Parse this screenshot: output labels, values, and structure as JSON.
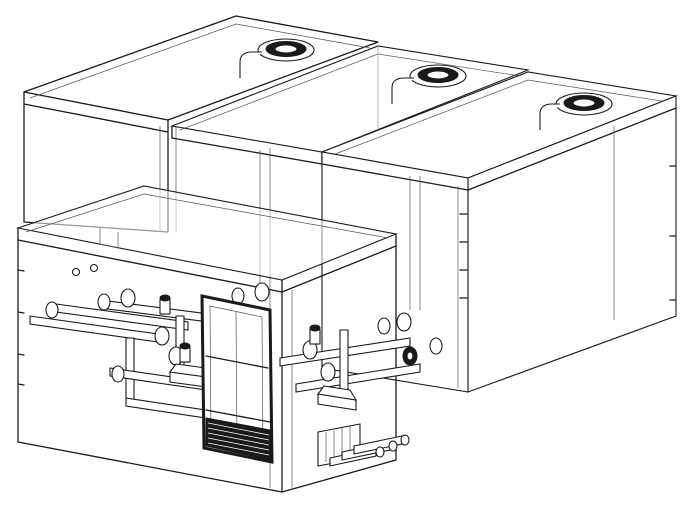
{
  "drawing": {
    "style": "isometric-line-drawing",
    "tanks": 3,
    "sump": 1,
    "colors": {
      "line": "#1a1a1a",
      "background": "#ffffff",
      "glass": "#ffffff"
    }
  }
}
